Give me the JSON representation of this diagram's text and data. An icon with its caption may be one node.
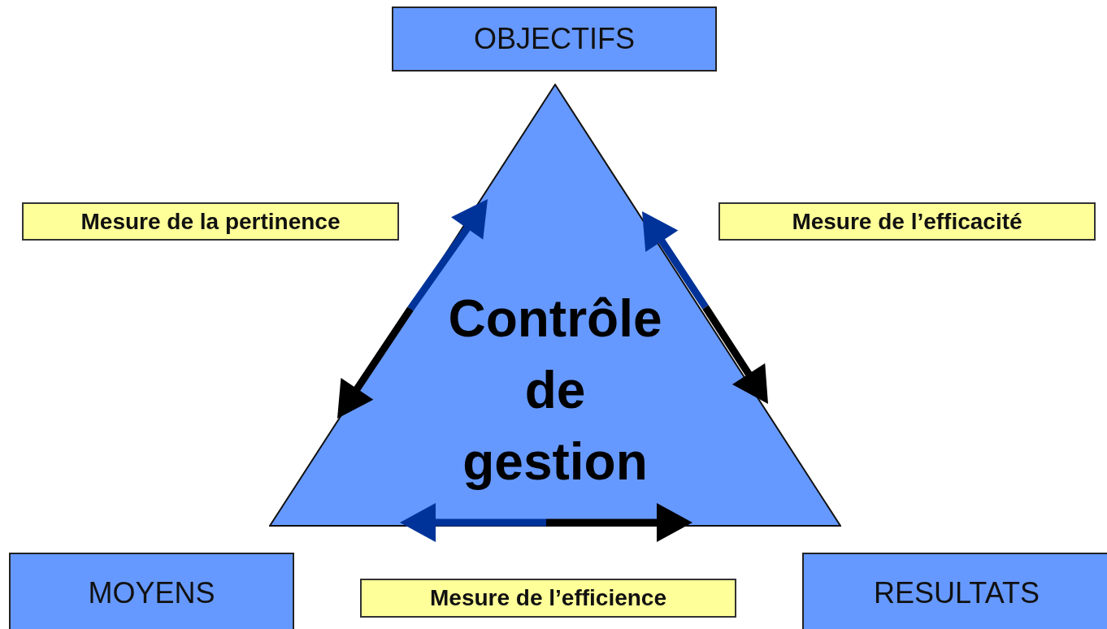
{
  "diagram": {
    "nodes": [
      {
        "text": [
          "OBJECTIFS"
        ]
      },
      {
        "text": [
          "Mesure de la pertinence"
        ]
      },
      {
        "text": [
          "Contrôle de gestion"
        ]
      },
      {
        "text": [
          "Mesure de l’efficacité"
        ]
      },
      {
        "text": [
          "MOYENS"
        ]
      },
      {
        "text": [
          "Mesure de l’efficience"
        ]
      },
      {
        "text": [
          "RESULTATS"
        ]
      }
    ]
  }
}
